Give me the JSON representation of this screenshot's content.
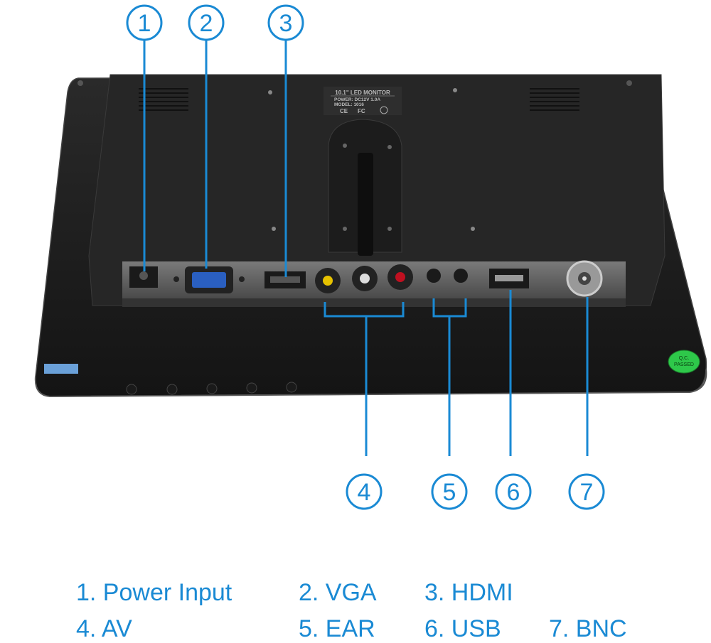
{
  "accent_color": "#1a8ad4",
  "callouts": [
    "1",
    "2",
    "3",
    "4",
    "5",
    "6",
    "7"
  ],
  "label_plate": {
    "line1": "10.1\" LED MONITOR",
    "line2": "POWER: DC12V 1.0A",
    "line3": "MODEL: 1016",
    "marks": [
      "CE",
      "FC"
    ]
  },
  "qc_sticker": {
    "line1": "Q.C.",
    "line2": "PASSED"
  },
  "legend": [
    {
      "label": "1. Power Input"
    },
    {
      "label": "2. VGA"
    },
    {
      "label": "3. HDMI"
    },
    {
      "label": "4. AV"
    },
    {
      "label": "5. EAR"
    },
    {
      "label": "6. USB"
    },
    {
      "label": "7. BNC"
    }
  ]
}
